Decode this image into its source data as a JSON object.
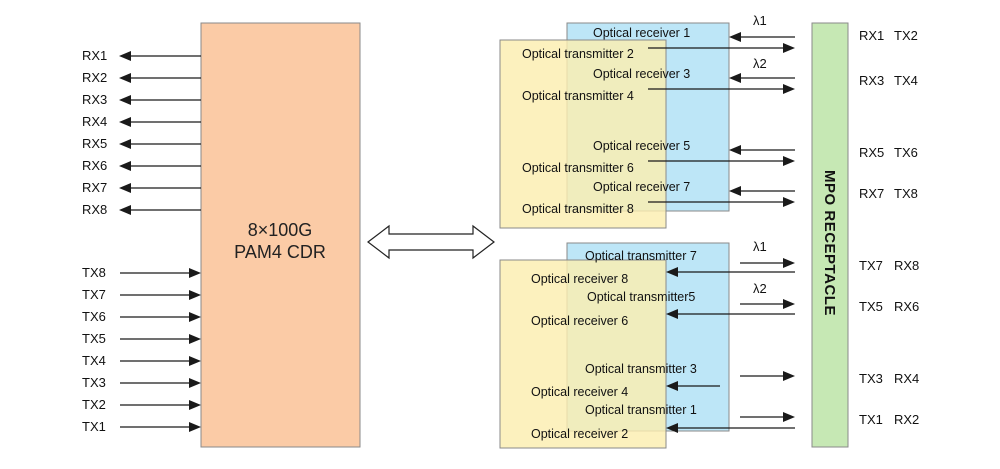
{
  "cdr": {
    "line1": "8×100G",
    "line2": "PAM4 CDR",
    "rx_labels": [
      "RX1",
      "RX2",
      "RX3",
      "RX4",
      "RX5",
      "RX6",
      "RX7",
      "RX8"
    ],
    "tx_labels": [
      "TX8",
      "TX7",
      "TX6",
      "TX5",
      "TX4",
      "TX3",
      "TX2",
      "TX1"
    ],
    "color": "#fbcba6"
  },
  "upper_group": {
    "receivers": [
      "Optical receiver 1",
      "Optical receiver 3",
      "Optical receiver 5",
      "Optical receiver 7"
    ],
    "transmitters": [
      "Optical transmitter 2",
      "Optical transmitter 4",
      "Optical transmitter 6",
      "Optical transmitter 8"
    ],
    "wavelength_labels": [
      "λ1",
      "λ2"
    ]
  },
  "lower_group": {
    "transmitters": [
      "Optical transmitter 7",
      "Optical transmitter5",
      "Optical transmitter 3",
      "Optical transmitter 1"
    ],
    "receivers": [
      "Optical receiver 8",
      "Optical receiver 6",
      "Optical receiver 4",
      "Optical receiver 2"
    ],
    "wavelength_labels": [
      "λ1",
      "λ2"
    ]
  },
  "mpo": {
    "label": "MPO RECEPTACLE",
    "color": "#c6e8b4"
  },
  "colors": {
    "receiver_box": "#bde6f7",
    "transmitter_box": "#fbeeb0"
  },
  "port_pairs": [
    {
      "left": "RX1",
      "right": "TX2"
    },
    {
      "left": "RX3",
      "right": "TX4"
    },
    {
      "left": "RX5",
      "right": "TX6"
    },
    {
      "left": "RX7",
      "right": "TX8"
    },
    {
      "left": "TX7",
      "right": "RX8"
    },
    {
      "left": "TX5",
      "right": "RX6"
    },
    {
      "left": "TX3",
      "right": "RX4"
    },
    {
      "left": "TX1",
      "right": "RX2"
    }
  ]
}
